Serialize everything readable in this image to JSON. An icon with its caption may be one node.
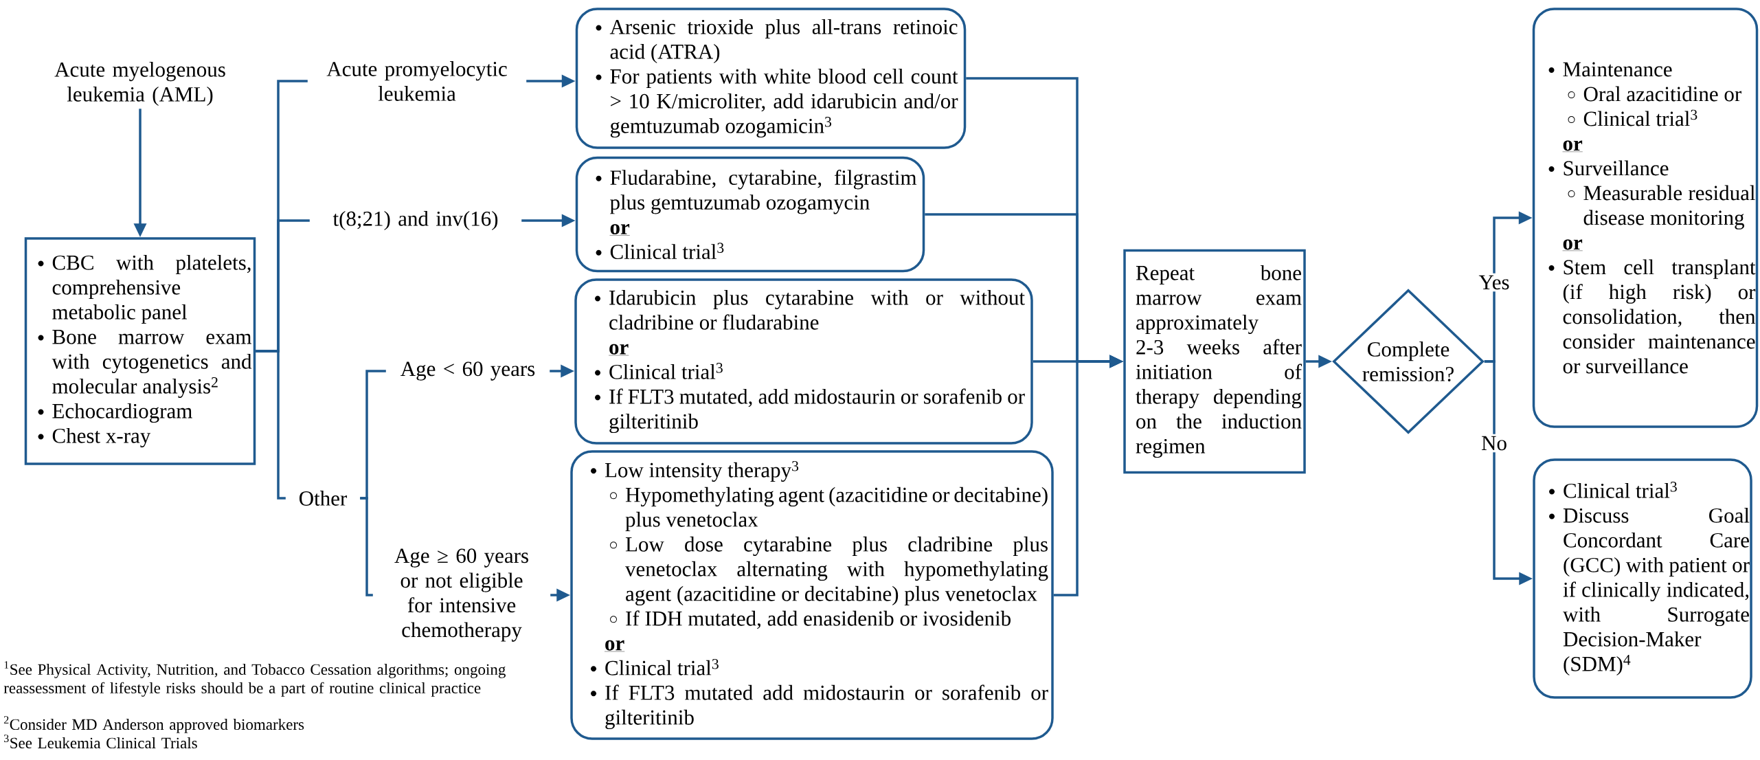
{
  "diagram": {
    "nodes": [
      {
        "text": [
          "Acute myelogenous leukemia (AML)"
        ]
      },
      {
        "text": [
          "CBC with platelets, comprehensive metabolic panel",
          "Bone marrow exam with cytogenetics and molecular analysis$^{2}$",
          "Echocardiogram",
          "Chest x-ray"
        ]
      },
      {
        "text": [
          "Acute promyelocytic leukemia"
        ]
      },
      {
        "text": [
          "t(8;21) and inv(16)"
        ]
      },
      {
        "text": [
          "Other"
        ]
      },
      {
        "text": [
          "Age < 60 years"
        ]
      },
      {
        "text": [
          "Age ≥ 60 years or not eligible for intensive chemotherapy"
        ]
      },
      {
        "text": [
          "Arsenic trioxide plus all-trans retinoic acid (ATRA)",
          "For patients with white blood cell count > 10 K/microliter, add idarubicin and/or gemtuzumab ozogamicin$^{3}$"
        ]
      },
      {
        "text": [
          "Fludarabine, cytarabine, filgrastim plus gemtuzumab ozogamycin",
          "or",
          "Clinical trial$^{3}$"
        ]
      },
      {
        "text": [
          "Idarubicin plus cytarabine with or without cladribine or fludarabine",
          "or",
          "Clinical trial$^{3}$",
          "If FLT3 mutated, add midostaurin or sorafenib or gilteritinib"
        ]
      },
      {
        "text": [
          "Low intensity therapy$^{3}$",
          "Hypomethylating agent (azacitidine or decitabine) plus venetoclax",
          "Low dose cytarabine plus cladribine plus venetoclax alternating with hypomethylating agent (azacitidine or decitabine) plus venetoclax",
          "If IDH mutated, add enasidenib or ivosidenib",
          "or",
          "Clinical trial$^{3}$",
          "If FLT3 mutated add midostaurin or sorafenib or gilteritinib"
        ]
      },
      {
        "text": [
          "Repeat bone marrow exam approximately 2-3 weeks after initiation of therapy depending on the induction regimen"
        ]
      },
      {
        "text": [
          "Complete remission?"
        ]
      },
      {
        "text": [
          "Maintenance",
          "Oral azacitidine or",
          "Clinical trial$^{3}$",
          "or",
          "Surveillance",
          "Measurable residual disease monitoring",
          "or",
          "Stem cell transplant (if high risk) or consolidation, then consider maintenance or surveillance"
        ]
      },
      {
        "text": [
          "Clinical trial$^{3}$",
          "Discuss Goal Concordant Care (GCC) with patient or if clinically indicated, with Surrogate Decision-Maker (SDM)$^{4}$"
        ]
      }
    ],
    "edges": [
      {
        "from": 0,
        "to": 1,
        "arrow": "to"
      },
      {
        "from": 1,
        "to": 2,
        "arrow": "none"
      },
      {
        "from": 1,
        "to": 3,
        "arrow": "none"
      },
      {
        "from": 1,
        "to": 4,
        "arrow": "none"
      },
      {
        "from": 4,
        "to": 5,
        "arrow": "none"
      },
      {
        "from": 4,
        "to": 6,
        "arrow": "none"
      },
      {
        "from": 2,
        "to": 7,
        "arrow": "to"
      },
      {
        "from": 3,
        "to": 8,
        "arrow": "to"
      },
      {
        "from": 5,
        "to": 9,
        "arrow": "to"
      },
      {
        "from": 6,
        "to": 10,
        "arrow": "to"
      },
      {
        "from": 7,
        "to": 11,
        "arrow": "to"
      },
      {
        "from": 8,
        "to": 11,
        "arrow": "to"
      },
      {
        "from": 9,
        "to": 11,
        "arrow": "to"
      },
      {
        "from": 10,
        "to": 11,
        "arrow": "to"
      },
      {
        "from": 11,
        "to": 12,
        "arrow": "to"
      },
      {
        "from": 12,
        "to": 13,
        "arrow": "to",
        "label": "Yes"
      },
      {
        "from": 12,
        "to": 14,
        "arrow": "to",
        "label": "No"
      }
    ],
    "labels": [
      "$^{1}$See Physical Activity, Nutrition, and Tobacco Cessation algorithms; ongoing reassessment of lifestyle risks should be a part of routine clinical practice",
      "$^{2}$Consider MD Anderson approved biomarkers",
      "$^{3}$See Leukemia Clinical Trials"
    ]
  }
}
